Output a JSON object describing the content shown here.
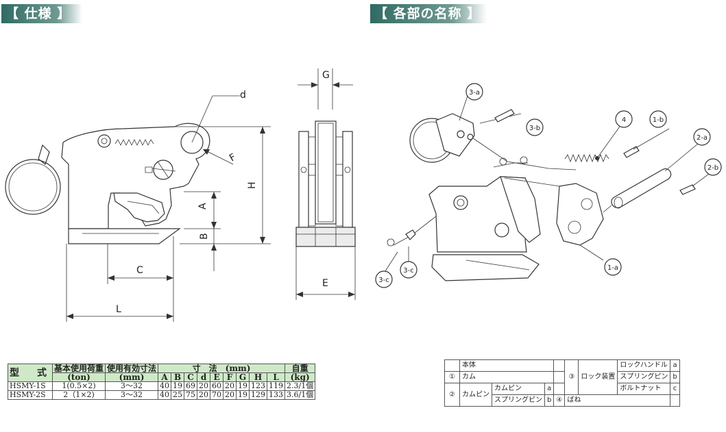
{
  "headers": {
    "spec": "【 仕様 】",
    "parts": "【 各部の名称 】"
  },
  "front_view": {
    "labels": {
      "d": "d",
      "F": "F",
      "A": "A",
      "B": "B",
      "H": "H",
      "C": "C",
      "L": "L"
    }
  },
  "side_view": {
    "labels": {
      "G": "G",
      "E": "E"
    }
  },
  "exploded_view": {
    "callouts": [
      "3-a",
      "3-b",
      "4",
      "1-b",
      "2-a",
      "2-b",
      "3-c",
      "3-c",
      "1-a"
    ]
  },
  "spec_table": {
    "h_model": "型　式",
    "h_load_1": "基本使用荷重",
    "h_load_2": "(ton)",
    "h_range_1": "使用有効寸法",
    "h_range_2": "(mm)",
    "h_dims": "寸　法　(mm)",
    "h_weight_1": "自重",
    "h_weight_2": "(kg)",
    "dim_cols": [
      "A",
      "B",
      "C",
      "d",
      "E",
      "F",
      "G",
      "H",
      "L"
    ],
    "rows": [
      {
        "model": "HSMY-1S",
        "load": "1(0.5×2)",
        "range": "3～32",
        "dims": [
          "40",
          "19",
          "69",
          "20",
          "60",
          "20",
          "19",
          "123",
          "119"
        ],
        "weight": "2.3/1個"
      },
      {
        "model": "HSMY-2S",
        "load": "2（1×2)",
        "range": "3～32",
        "dims": [
          "40",
          "25",
          "75",
          "20",
          "70",
          "20",
          "19",
          "129",
          "133"
        ],
        "weight": "3.6/1個"
      }
    ]
  },
  "parts_table": {
    "body": "本体",
    "num1": "①",
    "cam": "カム",
    "num2": "②",
    "campin": "カムピン",
    "campin_sub1": "カムピン",
    "campin_sub1_code": "a",
    "campin_sub2": "スプリングピン",
    "campin_sub2_code": "b",
    "num3": "③",
    "lock": "ロック装置",
    "lock_sub1": "ロックハンドル",
    "lock_sub1_code": "a",
    "lock_sub2": "スプリングピン",
    "lock_sub2_code": "b",
    "lock_sub3": "ボルトナット",
    "lock_sub3_code": "c",
    "num4": "④",
    "spring": "ばね"
  }
}
